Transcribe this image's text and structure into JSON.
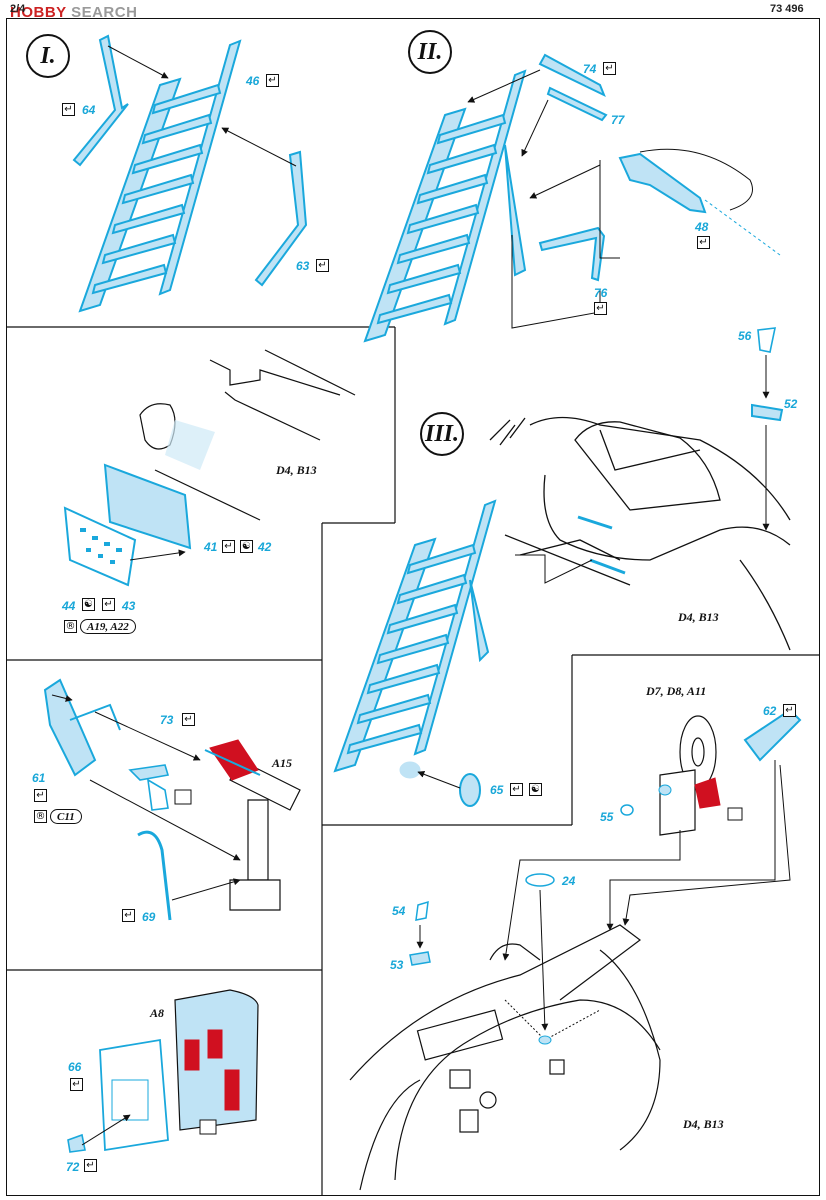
{
  "header": {
    "page": "2/4",
    "code": "73 496",
    "watermark_prefix": "HOBBY",
    "watermark_suffix": "SEARCH"
  },
  "steps": {
    "s1": "I.",
    "s2": "II.",
    "s3": "III."
  },
  "parts": {
    "p46": "46",
    "p64": "64",
    "p63": "63",
    "p74": "74",
    "p77": "77",
    "p48": "48",
    "p76": "76",
    "p56": "56",
    "p52": "52",
    "p41": "41",
    "p42": "42",
    "p44": "44",
    "p43": "43",
    "p65": "65",
    "p73": "73",
    "p61": "61",
    "p69": "69",
    "p62": "62",
    "p55": "55",
    "p24": "24",
    "p54": "54",
    "p53": "53",
    "p66": "66",
    "p72": "72"
  },
  "refs": {
    "d4b13_a": "D4, B13",
    "d4b13_b": "D4, B13",
    "d4b13_c": "D4, B13",
    "a19a22": "A19, A22",
    "a15": "A15",
    "c11": "C11",
    "d7d8a11": "D7, D8, A11",
    "a8": "A8"
  },
  "colors": {
    "pe_blue": "#1aa8dc",
    "fill_blue": "#bfe3f5",
    "red": "#d01020",
    "line": "#111111"
  }
}
